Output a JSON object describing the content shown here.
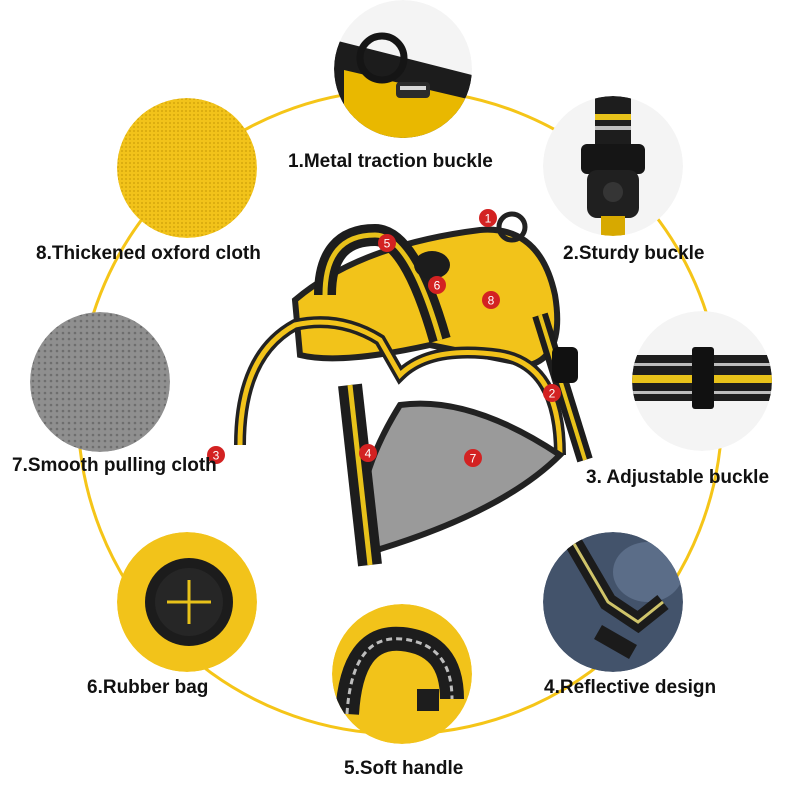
{
  "colors": {
    "ring": "#f5c518",
    "harness_yellow": "#f2c31a",
    "webbing_black": "#1d1d1d",
    "mesh_gray": "#8d8d8d"
  },
  "features": [
    {
      "label": "1.Metal traction buckle"
    },
    {
      "label": "2.Sturdy buckle"
    },
    {
      "label": "3. Adjustable buckle"
    },
    {
      "label": "4.Reflective design"
    },
    {
      "label": "5.Soft handle"
    },
    {
      "label": "6.Rubber  bag"
    },
    {
      "label": "7.Smooth pulling cloth"
    },
    {
      "label": "8.Thickened oxford cloth"
    }
  ],
  "markers": [
    "1",
    "2",
    "3",
    "4",
    "5",
    "6",
    "7",
    "8"
  ]
}
